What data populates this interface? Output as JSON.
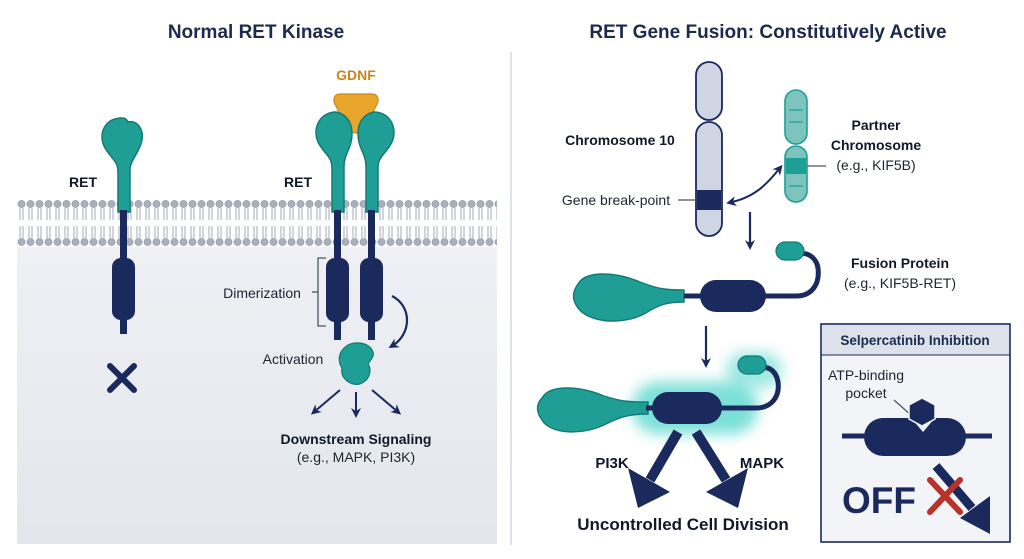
{
  "left_panel": {
    "title": "Normal RET Kinase",
    "ret_label_1": "RET",
    "ret_label_2": "RET",
    "ligand_label": "GDNF",
    "dimerization_label": "Dimerization",
    "activation_label": "Activation",
    "downstream_title": "Downstream Signaling",
    "downstream_sub": "(e.g., MAPK, PI3K)"
  },
  "right_panel": {
    "title": "RET Gene Fusion: Constitutively Active",
    "chromosome10_label": "Chromosome 10",
    "breakpoint_label": "Gene break-point",
    "partner_label_line1": "Partner",
    "partner_label_line2": "Chromosome",
    "partner_example": "(e.g., KIF5B)",
    "fusion_title": "Fusion Protein",
    "fusion_example": "(e.g., KIF5B-RET)",
    "pi3k_label": "PI3K",
    "mapk_label": "MAPK",
    "outcome_label": "Uncontrolled Cell Division"
  },
  "inhibition_box": {
    "title": "Selpercatinib Inhibition",
    "pocket_line1": "ATP-binding",
    "pocket_line2": "pocket",
    "off_label": "OFF"
  },
  "colors": {
    "teal": "#1f9e96",
    "navy": "#1b2a5c",
    "ligand": "#e8a62c",
    "ligand_text": "#c7861b",
    "inhibit_red": "#b8322b",
    "membrane": "#a9b0bd",
    "chromosome": "#cfd5e3",
    "partner_chrom": "#7cc4bd"
  },
  "icons": [
    "block-x-icon",
    "inhibit-x-icon",
    "arrow-icon"
  ]
}
